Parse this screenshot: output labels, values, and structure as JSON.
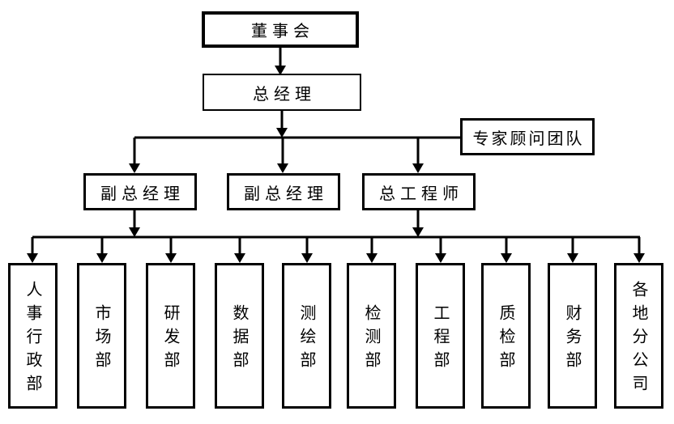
{
  "diagram": {
    "type": "org-chart",
    "background": "#ffffff",
    "line_color": "#000000",
    "text_color": "#000000",
    "nodes": {
      "board": {
        "label": "董事会"
      },
      "general_manager": {
        "label": "总经理"
      },
      "advisor_team": {
        "label": "专家顾问团队"
      },
      "deputy_gm_left": {
        "label": "副总经理"
      },
      "deputy_gm_center": {
        "label": "副总经理"
      },
      "chief_engineer": {
        "label": "总工程师"
      },
      "departments": [
        {
          "label": "人事行政部"
        },
        {
          "label": "市场部"
        },
        {
          "label": "研发部"
        },
        {
          "label": "数据部"
        },
        {
          "label": "测绘部"
        },
        {
          "label": "检测部"
        },
        {
          "label": "工程部"
        },
        {
          "label": "质检部"
        },
        {
          "label": "财务部"
        },
        {
          "label": "各地分公司"
        }
      ]
    },
    "edges": [
      {
        "from": "board",
        "to": "general_manager"
      },
      {
        "from": "general_manager",
        "to": "deputy_gm_left"
      },
      {
        "from": "general_manager",
        "to": "deputy_gm_center"
      },
      {
        "from": "general_manager",
        "to": "chief_engineer"
      },
      {
        "from": "general_manager",
        "to": "advisor_team"
      },
      {
        "from": "deputy_gm_left",
        "to": "all_departments"
      },
      {
        "from": "chief_engineer",
        "to": "all_departments"
      }
    ]
  }
}
